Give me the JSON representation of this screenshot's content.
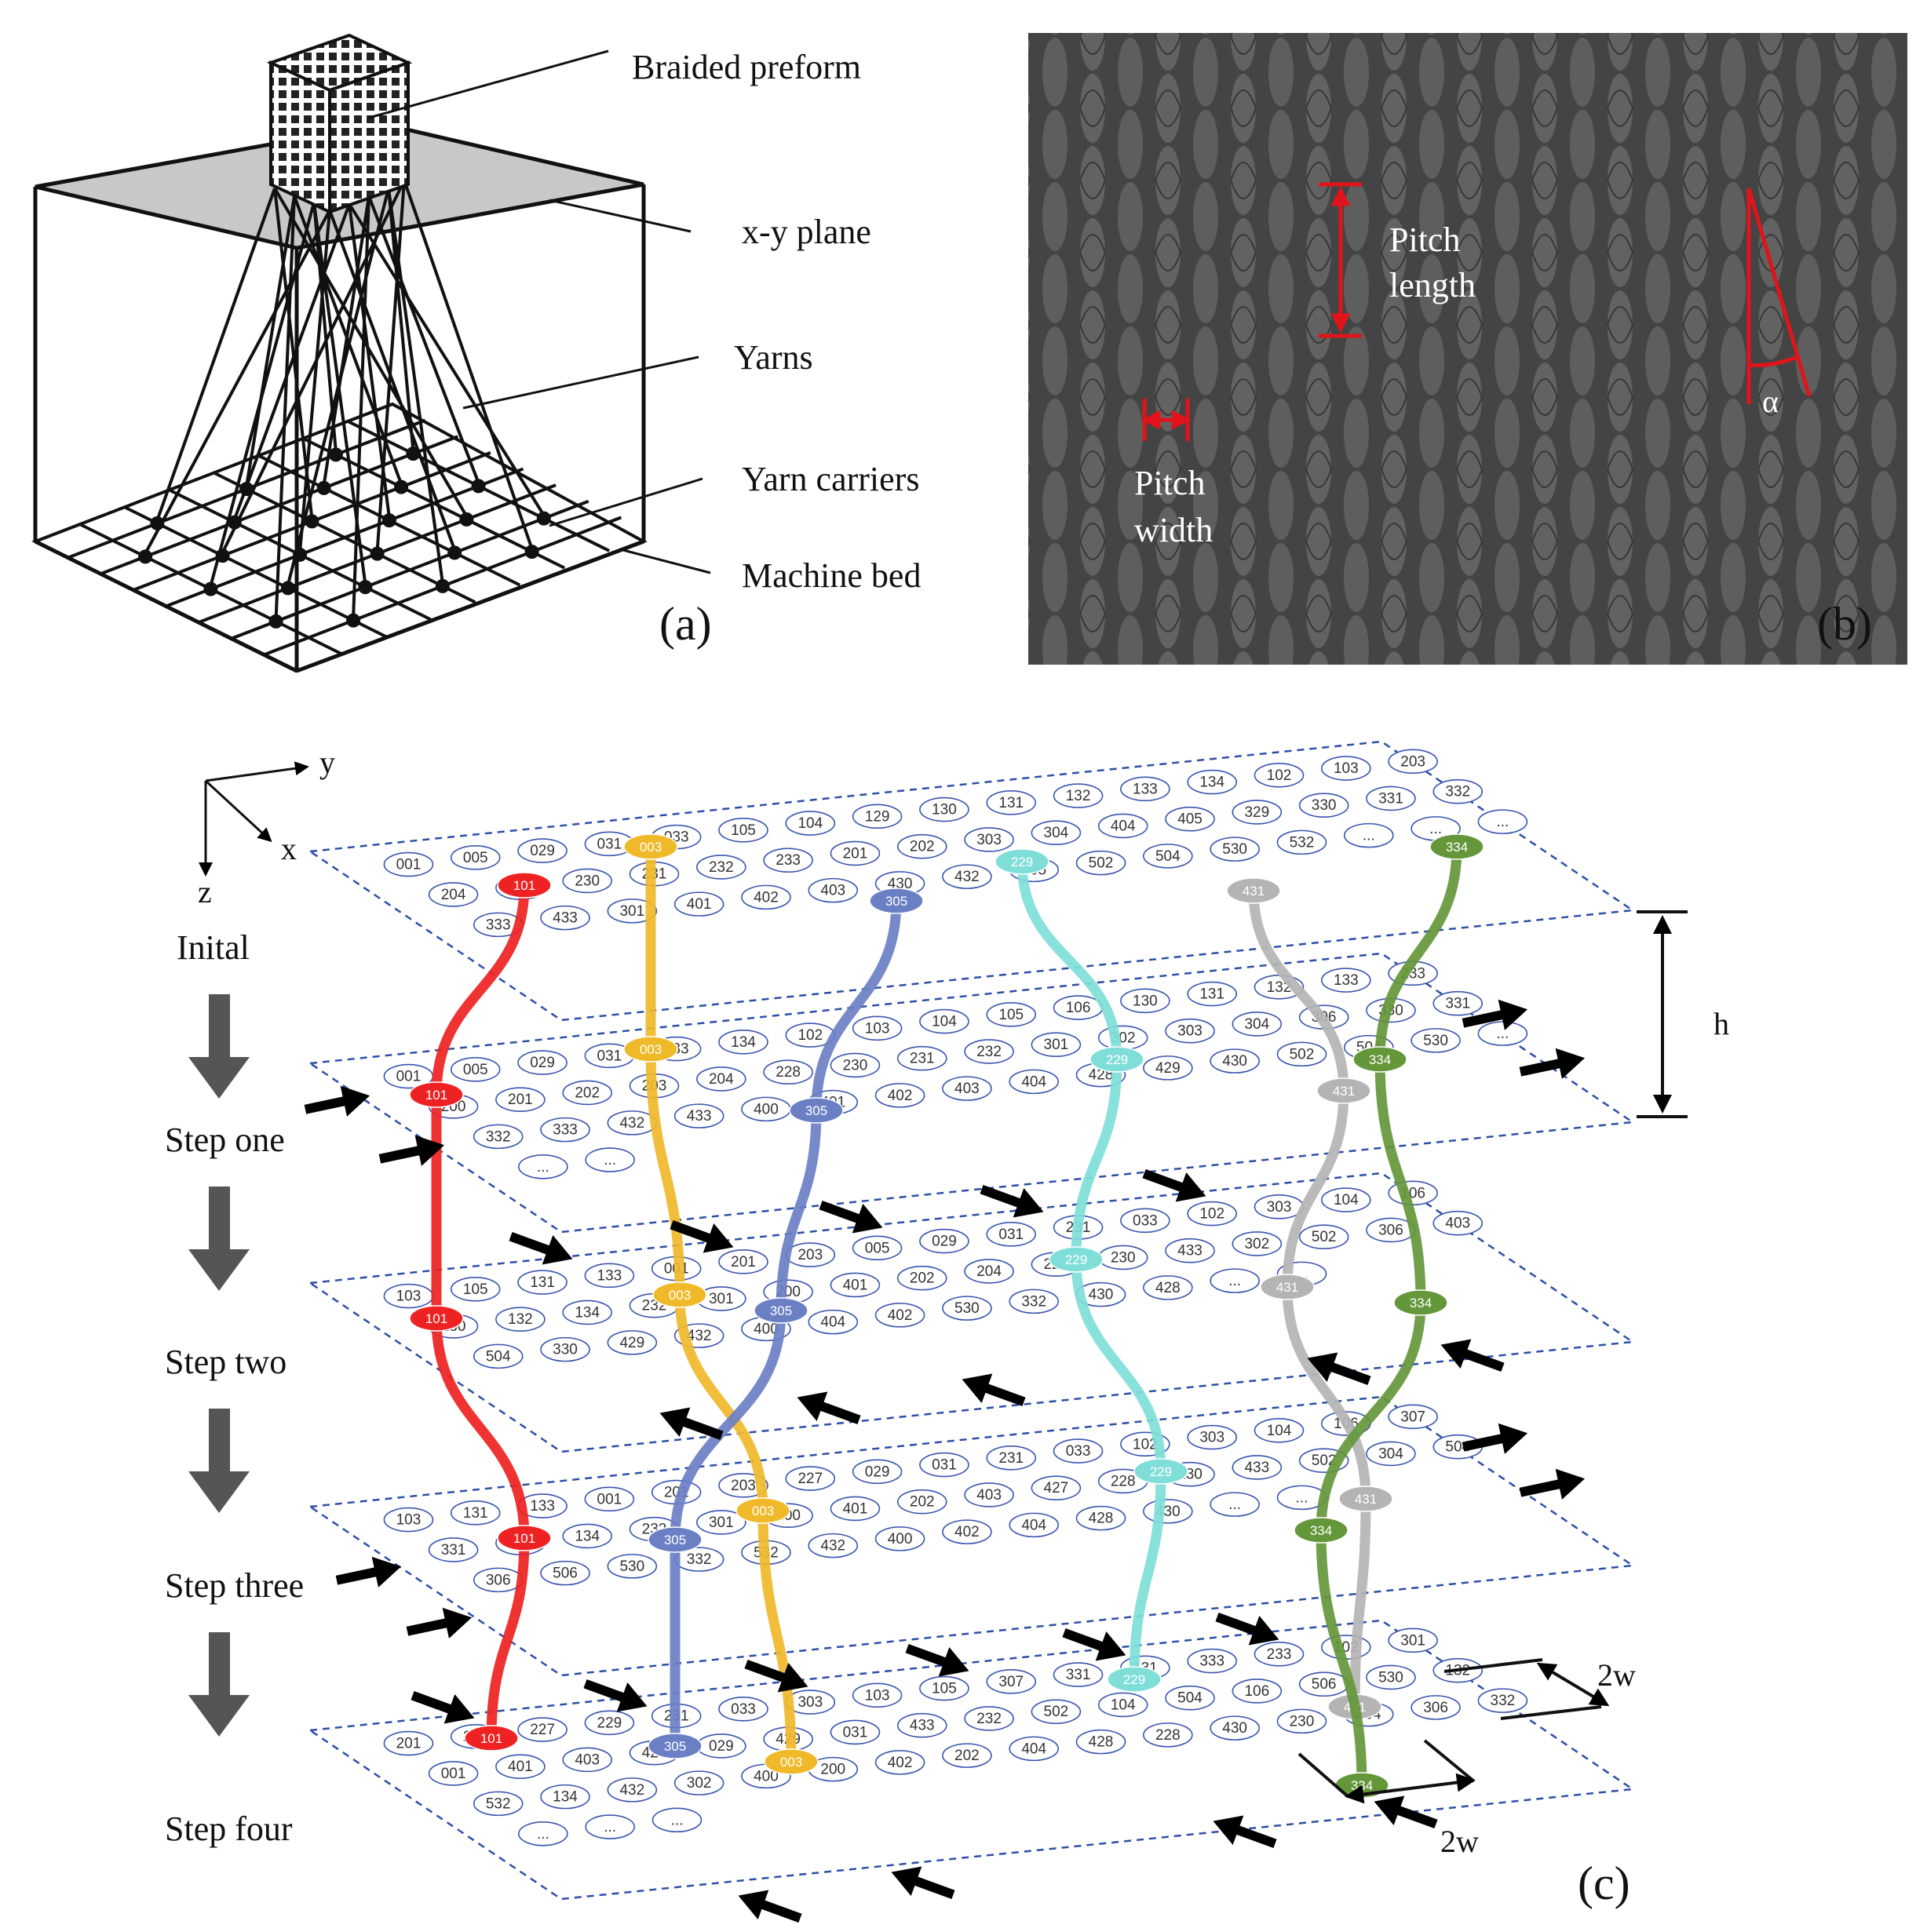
{
  "panel_a": {
    "tag": "(a)",
    "labels": {
      "preform": "Braided preform",
      "plane": "x-y plane",
      "yarns": "Yarns",
      "carriers": "Yarn carriers",
      "bed": "Machine bed"
    }
  },
  "panel_b": {
    "tag": "(b)",
    "pitch_length": [
      "Pitch",
      "length"
    ],
    "pitch_width": [
      "Pitch",
      "width"
    ],
    "angle": "α"
  },
  "panel_c": {
    "tag": "(c)",
    "axes": {
      "x": "x",
      "y": "y",
      "z": "z"
    },
    "dim_h": "h",
    "dim_w": "2w",
    "steps": [
      "Inital",
      "Step one",
      "Step two",
      "Step three",
      "Step four"
    ],
    "yarn_colors": {
      "red": "#ee2222",
      "yellow": "#f0b92a",
      "blue": "#6b7fc4",
      "cyan": "#7fded8",
      "gray": "#b4b4b4",
      "green": "#64963a"
    },
    "layers": [
      {
        "cells": [
          "001",
          "005",
          "029",
          "031",
          "033",
          "105",
          "104",
          "129",
          "130",
          "131",
          "132",
          "133",
          "134",
          "102",
          "103",
          "203",
          "204",
          "205",
          "230",
          "231",
          "232",
          "233",
          "201",
          "202",
          "303",
          "304",
          "404",
          "405",
          "329",
          "330",
          "331",
          "332",
          "333",
          "433",
          "301",
          "401",
          "402",
          "403",
          "430",
          "432",
          "405",
          "502",
          "504",
          "530",
          "532",
          "...",
          "...",
          "..."
        ],
        "yarn_tags": [
          "101",
          "003",
          "305",
          "229",
          "431",
          "334"
        ]
      },
      {
        "cells": [
          "001",
          "005",
          "029",
          "031",
          "033",
          "134",
          "102",
          "103",
          "104",
          "105",
          "106",
          "130",
          "131",
          "132",
          "133",
          "233",
          "200",
          "201",
          "202",
          "203",
          "204",
          "228",
          "230",
          "231",
          "232",
          "301",
          "302",
          "303",
          "304",
          "306",
          "330",
          "331",
          "332",
          "333",
          "432",
          "433",
          "400",
          "401",
          "402",
          "403",
          "404",
          "428",
          "429",
          "430",
          "502",
          "504",
          "530",
          "...",
          "...",
          "..."
        ],
        "yarn_tags": [
          "101",
          "003",
          "305",
          "229",
          "431",
          "334"
        ]
      },
      {
        "cells": [
          "103",
          "105",
          "131",
          "133",
          "001",
          "201",
          "203",
          "005",
          "029",
          "031",
          "231",
          "033",
          "102",
          "303",
          "104",
          "106",
          "130",
          "132",
          "134",
          "232",
          "301",
          "200",
          "401",
          "202",
          "204",
          "228",
          "230",
          "433",
          "302",
          "502",
          "306",
          "403",
          "504",
          "330",
          "429",
          "432",
          "400",
          "404",
          "402",
          "530",
          "332",
          "430",
          "428",
          "...",
          "..."
        ],
        "yarn_tags": [
          "101",
          "003",
          "305",
          "229",
          "431",
          "334"
        ]
      },
      {
        "cells": [
          "103",
          "131",
          "133",
          "001",
          "201",
          "203",
          "227",
          "029",
          "031",
          "231",
          "033",
          "102",
          "303",
          "104",
          "106",
          "307",
          "331",
          "132",
          "134",
          "232",
          "301",
          "200",
          "401",
          "202",
          "403",
          "427",
          "228",
          "230",
          "433",
          "502",
          "304",
          "504",
          "306",
          "506",
          "530",
          "332",
          "532",
          "432",
          "400",
          "402",
          "404",
          "428",
          "430",
          "...",
          "..."
        ],
        "yarn_tags": [
          "101",
          "003",
          "305",
          "229",
          "431",
          "334"
        ]
      },
      {
        "cells": [
          "201",
          "203",
          "227",
          "229",
          "231",
          "033",
          "303",
          "103",
          "105",
          "307",
          "331",
          "131",
          "333",
          "233",
          "102",
          "301",
          "001",
          "401",
          "403",
          "427",
          "029",
          "429",
          "031",
          "433",
          "232",
          "502",
          "104",
          "504",
          "106",
          "506",
          "530",
          "132",
          "532",
          "134",
          "432",
          "302",
          "400",
          "200",
          "402",
          "202",
          "404",
          "428",
          "228",
          "430",
          "230",
          "304",
          "306",
          "332",
          "...",
          "...",
          "..."
        ],
        "yarn_tags": [
          "101",
          "003",
          "305",
          "229",
          "431",
          "334"
        ]
      }
    ]
  }
}
